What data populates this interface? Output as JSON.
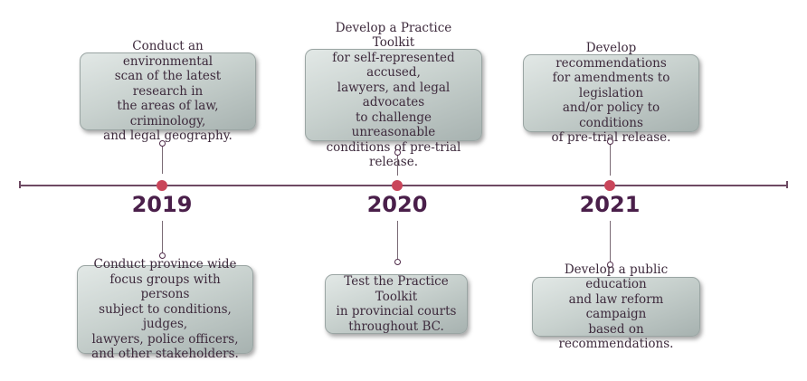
{
  "timeline": {
    "years": [
      "2019",
      "2020",
      "2021"
    ],
    "top_tasks": [
      "Conduct an environmental\nscan of the latest research in\nthe areas of law, criminology,\nand legal geography.",
      "Develop a Practice Toolkit\nfor self-represented accused,\nlawyers, and legal advocates\nto challenge unreasonable\nconditions of pre-trial release.",
      "Develop recommendations\nfor amendments to legislation\nand/or policy to conditions\nof pre-trial release."
    ],
    "bottom_tasks": [
      "Conduct province wide\nfocus groups with persons\nsubject to conditions, judges,\nlawyers, police officers,\nand other stakeholders.",
      "Test the Practice Toolkit\nin provincial courts\nthroughout BC.",
      "Develop a public education\nand law reform campaign\nbased on recommendations."
    ]
  },
  "colors": {
    "line": "#6e4a63",
    "dot": "#c9455a",
    "year_text": "#4a1f4a",
    "card_text": "#3d2a3c"
  }
}
